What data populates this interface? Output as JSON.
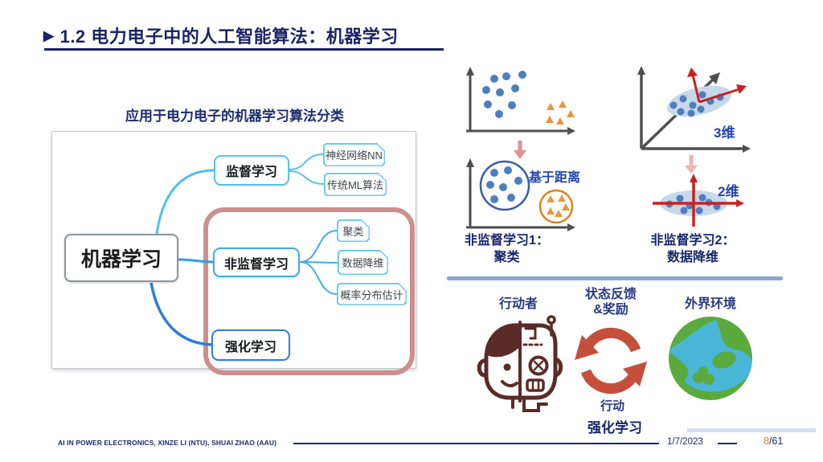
{
  "slide": {
    "title": {
      "bullet": "▶",
      "text": "1.2 电力电子中的人工智能算法：机器学习"
    },
    "footer": {
      "credit": "AI IN POWER ELECTRONICS, XINZE LI (NTU), SHUAI ZHAO (AAU)",
      "date": "1/7/2023",
      "page_current": "8",
      "page_total": "/61"
    }
  },
  "mindmap": {
    "title": "应用于电力电子的机器学习算法分类",
    "root": "机器学习",
    "branches": [
      {
        "label": "监督学习",
        "children": [
          "神经网络NN",
          "传统ML算法"
        ]
      },
      {
        "label": "非监督学习",
        "children": [
          "聚类",
          "数据降维",
          "概率分布估计"
        ]
      },
      {
        "label": "强化学习",
        "children": []
      }
    ]
  },
  "panels": {
    "clustering": {
      "annotation": "基于距离",
      "caption_line1": "非监督学习1：",
      "caption_line2": "聚类"
    },
    "dim_reduction": {
      "label_3d": "3维",
      "label_2d": "2维",
      "caption_line1": "非监督学习2：",
      "caption_line2": "数据降维"
    },
    "reinforcement": {
      "actor_label": "行动者",
      "feedback_line1": "状态反馈",
      "feedback_line2": "&奖励",
      "environment_label": "外界环境",
      "action_label": "行动",
      "caption": "强化学习"
    }
  },
  "colors": {
    "title_navy": "#1c2366",
    "caption_navy": "#15266b",
    "annotation_blue": "#2446ad",
    "highlight_rose": "#cd8e8e",
    "cyan_branch": "#58c4ea",
    "blue_branch": "#2f7fd8",
    "dot_blue": "#4d7fbe",
    "triangle_orange": "#e9953e",
    "cluster_circle_blue": "#3c5aa8",
    "cluster_circle_orange": "#d8831f",
    "pink_arrow": "#e08f8f",
    "red_axis": "#cc2020",
    "robot_maroon": "#5a2b27",
    "cycle_rust": "#c4503c",
    "earth_green": "#5aaa3e",
    "earth_blue": "#49b6d8",
    "page_orange": "#dd8040"
  }
}
